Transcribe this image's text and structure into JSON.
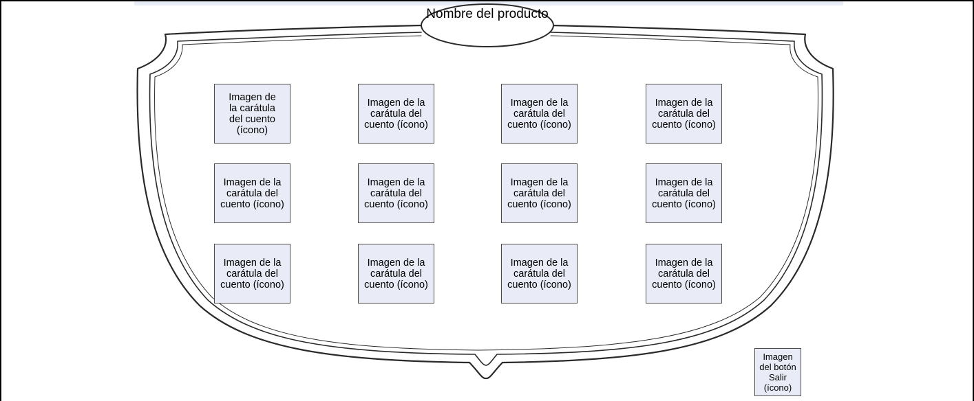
{
  "title": "Nombre del producto",
  "icons": [
    "Imagen de la carátula del cuento (ícono)",
    "Imagen de la carátula del cuento (ícono)",
    "Imagen de la carátula del cuento (ícono)",
    "Imagen de la carátula del cuento (ícono)",
    "Imagen de la carátula del cuento (ícono)",
    "Imagen de la carátula del cuento (ícono)",
    "Imagen de la carátula del cuento (ícono)",
    "Imagen de la carátula del cuento (ícono)",
    "Imagen de la carátula del cuento (ícono)",
    "Imagen de la carátula del cuento (ícono)",
    "Imagen de la carátula del cuento (ícono)",
    "Imagen de la carátula del cuento (ícono)"
  ],
  "exit_button": "Imagen del botón Salir (ícono)"
}
